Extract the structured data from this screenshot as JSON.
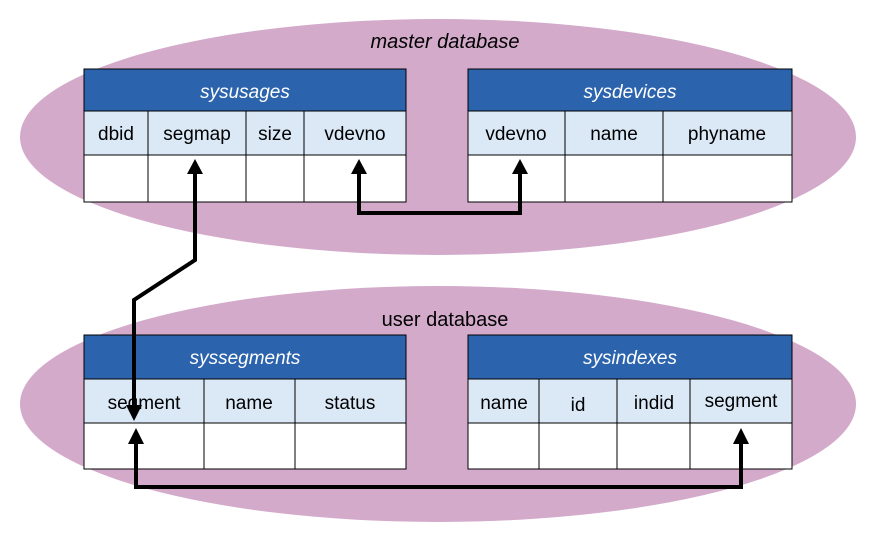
{
  "colors": {
    "ellipse": "#d4aacb",
    "title_bar": "#2b63ad",
    "header_cell": "#dbe9f7",
    "connector": "#000000"
  },
  "databases": {
    "master": {
      "label": "master database"
    },
    "user": {
      "label": "user database"
    }
  },
  "tables": {
    "sysusages": {
      "title": "sysusages",
      "columns": [
        "dbid",
        "segmap",
        "size",
        "vdevno"
      ]
    },
    "sysdevices": {
      "title": "sysdevices",
      "columns": [
        "vdevno",
        "name",
        "phyname"
      ]
    },
    "syssegments": {
      "title": "syssegments",
      "columns": [
        "segment",
        "name",
        "status"
      ]
    },
    "sysindexes": {
      "title": "sysindexes",
      "columns": [
        "name",
        "id",
        "indid",
        "segment"
      ]
    }
  }
}
